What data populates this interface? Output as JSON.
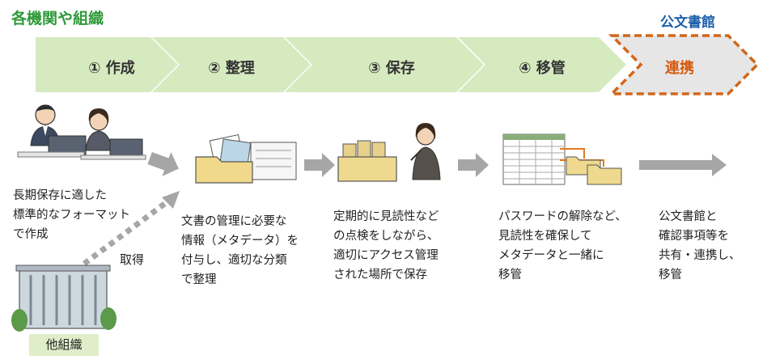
{
  "header": {
    "left_title": "各機関や組織",
    "right_title": "公文書館"
  },
  "steps": [
    {
      "label": "① 作成"
    },
    {
      "label": "② 整理"
    },
    {
      "label": "③ 保存"
    },
    {
      "label": "④ 移管"
    },
    {
      "label": "連携"
    }
  ],
  "descriptions": [
    {
      "lines": [
        "長期保存に適した",
        "標準的なフォーマット",
        "で作成"
      ]
    },
    {
      "lines": [
        "文書の管理に必要な",
        "情報（メタデータ）を",
        "付与し、適切な分類",
        "で整理"
      ]
    },
    {
      "lines": [
        "定期的に見読性など",
        "の点検をしながら、",
        "適切にアクセス管理",
        "された場所で保存"
      ]
    },
    {
      "lines": [
        "パスワードの解除など、",
        "見読性を確保して",
        "メタデータと一緒に",
        "移管"
      ]
    },
    {
      "lines": [
        "公文書館と",
        "確認事項等を",
        "共有・連携し、",
        "移管"
      ]
    }
  ],
  "obtain_label": "取得",
  "other_org_label": "他組織",
  "colors": {
    "step_fill": "#d6eac0",
    "link_fill": "#e6e6e6",
    "link_border": "#d2661a",
    "arrow_gray": "#a6a6a6",
    "green_title": "#2e9a3a",
    "blue_title": "#1c5fa8"
  }
}
